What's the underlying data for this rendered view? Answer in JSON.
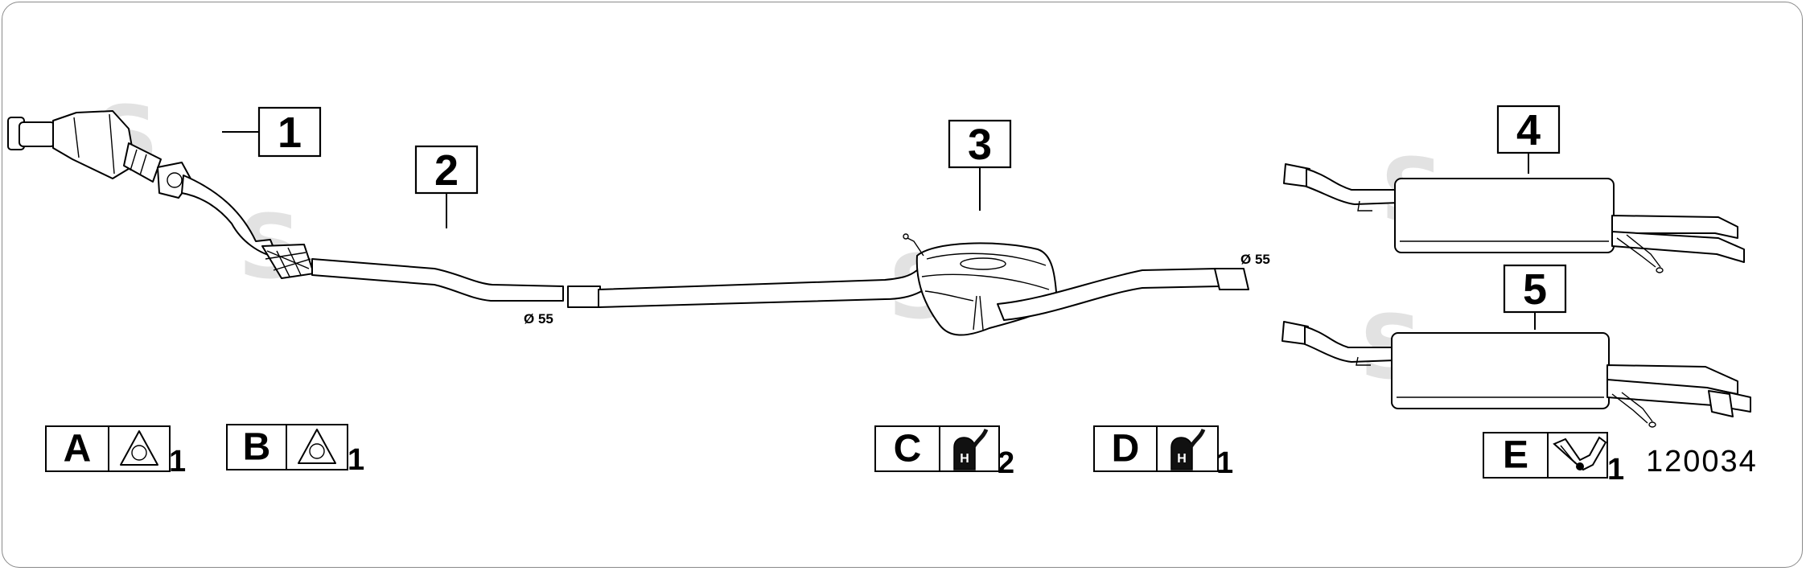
{
  "parts": [
    {
      "number": "1",
      "name": "catalytic-converter"
    },
    {
      "number": "2",
      "name": "front-pipe"
    },
    {
      "number": "3",
      "name": "centre-silencer"
    },
    {
      "number": "4",
      "name": "rear-silencer-single"
    },
    {
      "number": "5",
      "name": "rear-silencer-dual"
    }
  ],
  "diameters": {
    "front_pipe": "Ø 55",
    "tail_inlet": "Ø 55"
  },
  "accessories": [
    {
      "letter": "A",
      "qty": "1",
      "icon": "flange-gasket-icon"
    },
    {
      "letter": "B",
      "qty": "1",
      "icon": "flange-gasket-icon"
    },
    {
      "letter": "C",
      "qty": "2",
      "icon": "rubber-hanger-icon"
    },
    {
      "letter": "D",
      "qty": "1",
      "icon": "rubber-hanger-icon"
    },
    {
      "letter": "E",
      "qty": "1",
      "icon": "clamp-bracket-icon"
    }
  ],
  "reference_code": "120034",
  "colors": {
    "line": "#000000",
    "frame": "#8a8a8a",
    "watermark": "#e2e2e2"
  }
}
